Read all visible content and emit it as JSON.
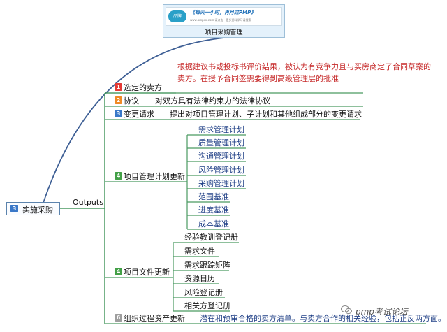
{
  "header": {
    "logo_text": "品牌",
    "slogan": "《每天一小时，再月过PMP》",
    "url_text": "www.pmpxx.com  请点击 · 更多资料学习请搜索",
    "title": "项目采购管理"
  },
  "root": {
    "number": "3",
    "label": "实施采购"
  },
  "outputs_label": "Outputs",
  "note": "根据建议书或投标书评价结果，被认为有竞争力且与买房商定了合同草案的卖方。在授予合同签需要得到高级管理层的批准",
  "branches": [
    {
      "number": "1",
      "label": "选定的卖方",
      "color": "#e53935"
    },
    {
      "number": "2",
      "label": "协议",
      "desc": "对双方具有法律约束力的法律协议",
      "color": "#f08a24"
    },
    {
      "number": "3",
      "label": "变更请求",
      "desc": "提出对项目管理计划、子计划和其他组成部分的变更请求",
      "color": "#3a78c8"
    },
    {
      "number": "4",
      "label": "项目管理计划更新",
      "color": "#43a047",
      "children": [
        "需求管理计划",
        "质量管理计划",
        "沟通管理计划",
        "风险管理计划",
        "采购管理计划",
        "范围基准",
        "进度基准",
        "成本基准"
      ]
    },
    {
      "number": "4",
      "label": "项目文件更新",
      "color": "#43a047",
      "children": [
        "经验教训登记册",
        "需求文件",
        "需求跟踪矩阵",
        "资源日历",
        "风险登记册",
        "相关方登记册"
      ]
    },
    {
      "number": "6",
      "label": "组织过程资产更新",
      "desc": "潜在和预审合格的卖方清单。与卖方合作的相关经验，包括正反两方面。",
      "color": "#9e9e9e"
    }
  ],
  "watermark": "pmp考试论坛",
  "colors": {
    "line": "#4a9a62",
    "connector": "#3e5f95"
  }
}
